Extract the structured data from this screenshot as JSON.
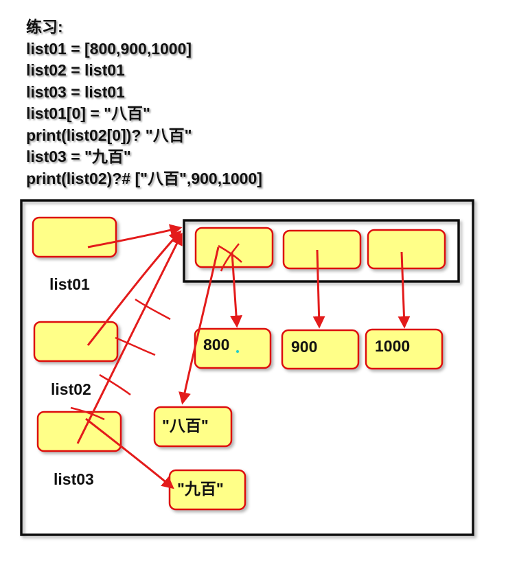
{
  "code": {
    "lines": [
      "练习:",
      "list01 = [800,900,1000]",
      "list02 = list01",
      "list03 = list01",
      "list01[0] = \"八百\"",
      "print(list02[0])? \"八百\"",
      "list03 = \"九百\"",
      "print(list02)?# [\"八百\",900,1000]"
    ]
  },
  "diagram": {
    "variables": [
      "list01",
      "list02",
      "list03"
    ],
    "values": {
      "v800": "800",
      "v900": "900",
      "v1000": "1000",
      "babai": "\"八百\"",
      "jiubai": "\"九百\""
    },
    "colors": {
      "box_fill": "#ffff88",
      "box_border": "#dd1111",
      "arrow": "#e31b1b",
      "frame": "#111111"
    }
  }
}
